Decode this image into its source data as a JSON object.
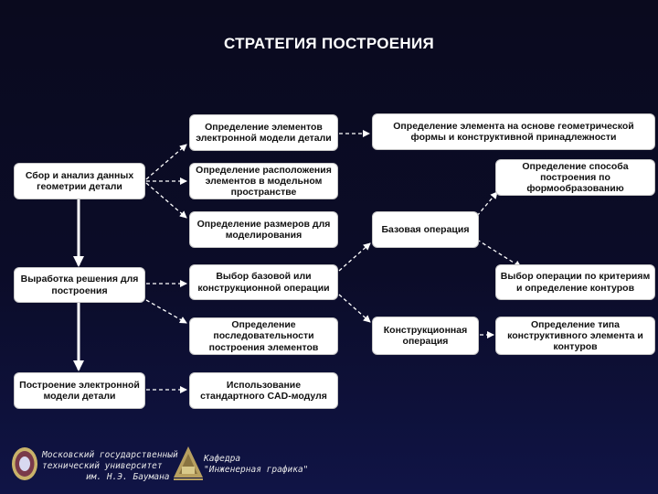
{
  "title": "СТРАТЕГИЯ ПОСТРОЕНИЯ",
  "boxes": {
    "collect": "Сбор и анализ данных геометрии детали",
    "solution": "Выработка решения для построения",
    "build": "Построение электронной модели детали",
    "define_elements": "Определение элементов электронной модели детали",
    "define_location": "Определение расположения элементов в модельном пространстве",
    "define_sizes": "Определение размеров для моделирования",
    "choose_base": "Выбор базовой или конструкционной операции",
    "define_sequence": "Определение последовательности построения элементов",
    "use_cad": "Использование стандартного CAD-модуля",
    "define_element_basis": "Определение элемента на основе геометрической формы и конструктивной принадлежности",
    "base_operation": "Базовая операция",
    "construct_operation": "Конструкционная операция",
    "define_method": "Определение способа построения по формообразованию",
    "choose_operation": "Выбор операции по критериям и определение контуров",
    "define_type": "Определение типа конструктивного элемента и контуров"
  },
  "footer": {
    "university_line1": "Московский государственный",
    "university_line2": "технический университет",
    "university_line3": "им. Н.Э. Баумана",
    "department_line1": "Кафедра",
    "department_line2": "\"Инженерная графика\""
  },
  "colors": {
    "background": "#0b0c28",
    "box_fill": "#ffffff",
    "arrow": "#ffffff"
  }
}
